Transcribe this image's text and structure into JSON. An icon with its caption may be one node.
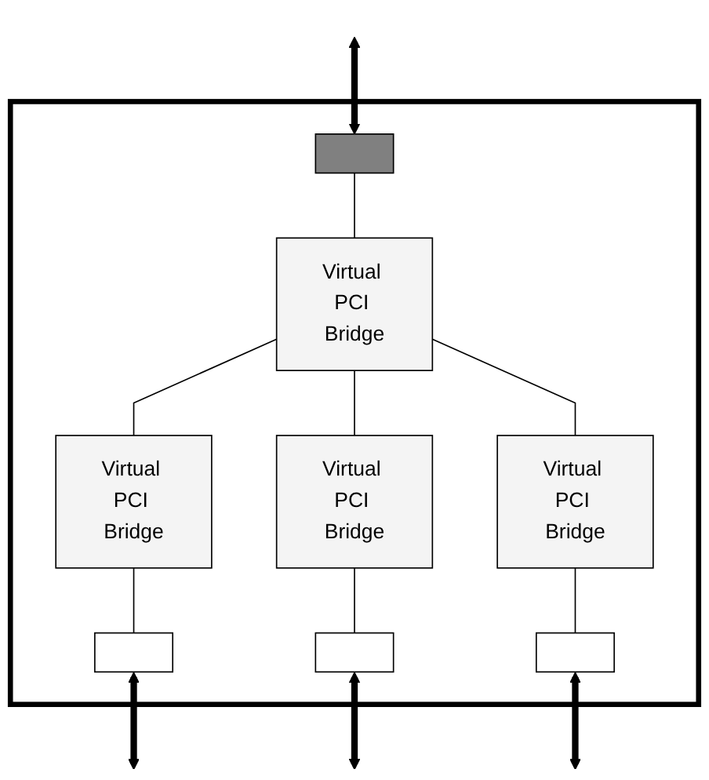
{
  "diagram": {
    "nodes": [
      {
        "text": [],
        "shape": "box"
      },
      {
        "text": [],
        "shape": "box",
        "in": 0
      },
      {
        "text": [
          "Virtual PCI Bridge"
        ],
        "in": 0
      },
      {
        "text": [
          "Virtual PCI Bridge"
        ],
        "in": 0
      },
      {
        "text": [
          "Virtual PCI Bridge"
        ],
        "in": 0
      },
      {
        "text": [
          "Virtual PCI Bridge"
        ],
        "in": 0
      },
      {
        "text": [],
        "shape": "box",
        "in": 0
      },
      {
        "text": [],
        "shape": "box",
        "in": 0
      },
      {
        "text": [],
        "shape": "box",
        "in": 0
      }
    ],
    "edges": [
      {
        "from": null,
        "to": 1,
        "arrow": "both",
        "style": "thick"
      },
      {
        "from": 1,
        "to": 2,
        "arrow": "none"
      },
      {
        "from": 2,
        "to": 3,
        "arrow": "none"
      },
      {
        "from": 2,
        "to": 4,
        "arrow": "none"
      },
      {
        "from": 2,
        "to": 5,
        "arrow": "none"
      },
      {
        "from": 3,
        "to": 6,
        "arrow": "none"
      },
      {
        "from": 4,
        "to": 7,
        "arrow": "none"
      },
      {
        "from": 5,
        "to": 8,
        "arrow": "none"
      },
      {
        "from": 6,
        "to": null,
        "arrow": "both",
        "style": "thick"
      },
      {
        "from": 7,
        "to": null,
        "arrow": "both",
        "style": "thick"
      },
      {
        "from": 8,
        "to": null,
        "arrow": "both",
        "style": "thick"
      }
    ]
  }
}
